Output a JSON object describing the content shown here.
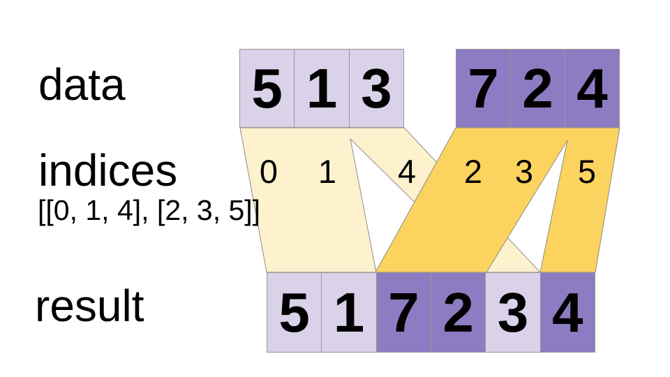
{
  "labels": {
    "data": "data",
    "indices": "indices",
    "indices_value": "[[0, 1, 4], [2, 3, 5]]",
    "result": "result"
  },
  "data_row": {
    "group1": {
      "values": [
        "5",
        "1",
        "3"
      ],
      "color": "#d9d2e9"
    },
    "group2": {
      "values": [
        "7",
        "2",
        "4"
      ],
      "color": "#8e7cc3"
    }
  },
  "indices_row": {
    "group1": [
      "0",
      "1",
      "4"
    ],
    "group2": [
      "2",
      "3",
      "5"
    ]
  },
  "result_row": {
    "values": [
      "5",
      "1",
      "7",
      "2",
      "3",
      "4"
    ],
    "cell_colors": [
      "light",
      "light",
      "dark",
      "dark",
      "light",
      "dark"
    ]
  },
  "colors": {
    "light_purple": "#d9d2e9",
    "dark_purple": "#8e7cc3",
    "cream_band": "#fef1cd",
    "yellow_band": "#fbd35e",
    "border_gray": "#969696",
    "text": "#000000",
    "background": "#ffffff"
  }
}
